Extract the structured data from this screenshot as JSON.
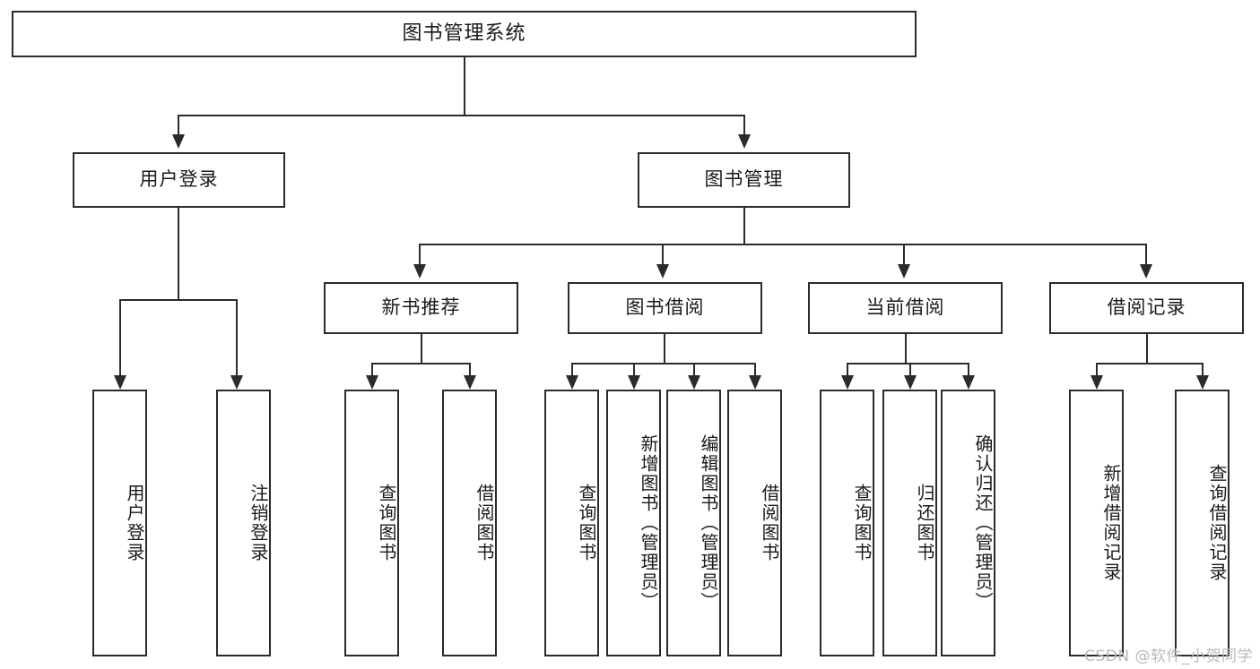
{
  "diagram": {
    "title": "图书管理系统",
    "root": {
      "label": "图书管理系统"
    },
    "level2": [
      {
        "label": "用户登录"
      },
      {
        "label": "图书管理"
      }
    ],
    "level3": [
      {
        "label": "新书推荐"
      },
      {
        "label": "图书借阅"
      },
      {
        "label": "当前借阅"
      },
      {
        "label": "借阅记录"
      }
    ],
    "leaves": {
      "user_login": [
        {
          "label": "用户登录"
        },
        {
          "label": "注销登录"
        }
      ],
      "new_book_recommend": [
        {
          "label": "查询图书"
        },
        {
          "label": "借阅图书"
        }
      ],
      "book_borrow": [
        {
          "label": "查询图书"
        },
        {
          "label": "新增图书（管理员）"
        },
        {
          "label": "编辑图书（管理员）"
        },
        {
          "label": "借阅图书"
        }
      ],
      "current_borrow": [
        {
          "label": "查询图书"
        },
        {
          "label": "归还图书"
        },
        {
          "label": "确认归还（管理员）"
        }
      ],
      "borrow_record": [
        {
          "label": "新增借阅记录"
        },
        {
          "label": "查询借阅记录"
        }
      ]
    }
  },
  "watermark": {
    "text": "CSDN @软件_小贺同学"
  },
  "colors": {
    "stroke": "#2b2b2b",
    "background": "#ffffff",
    "text": "#1a1a1a",
    "watermark": "#b9b9b9"
  }
}
